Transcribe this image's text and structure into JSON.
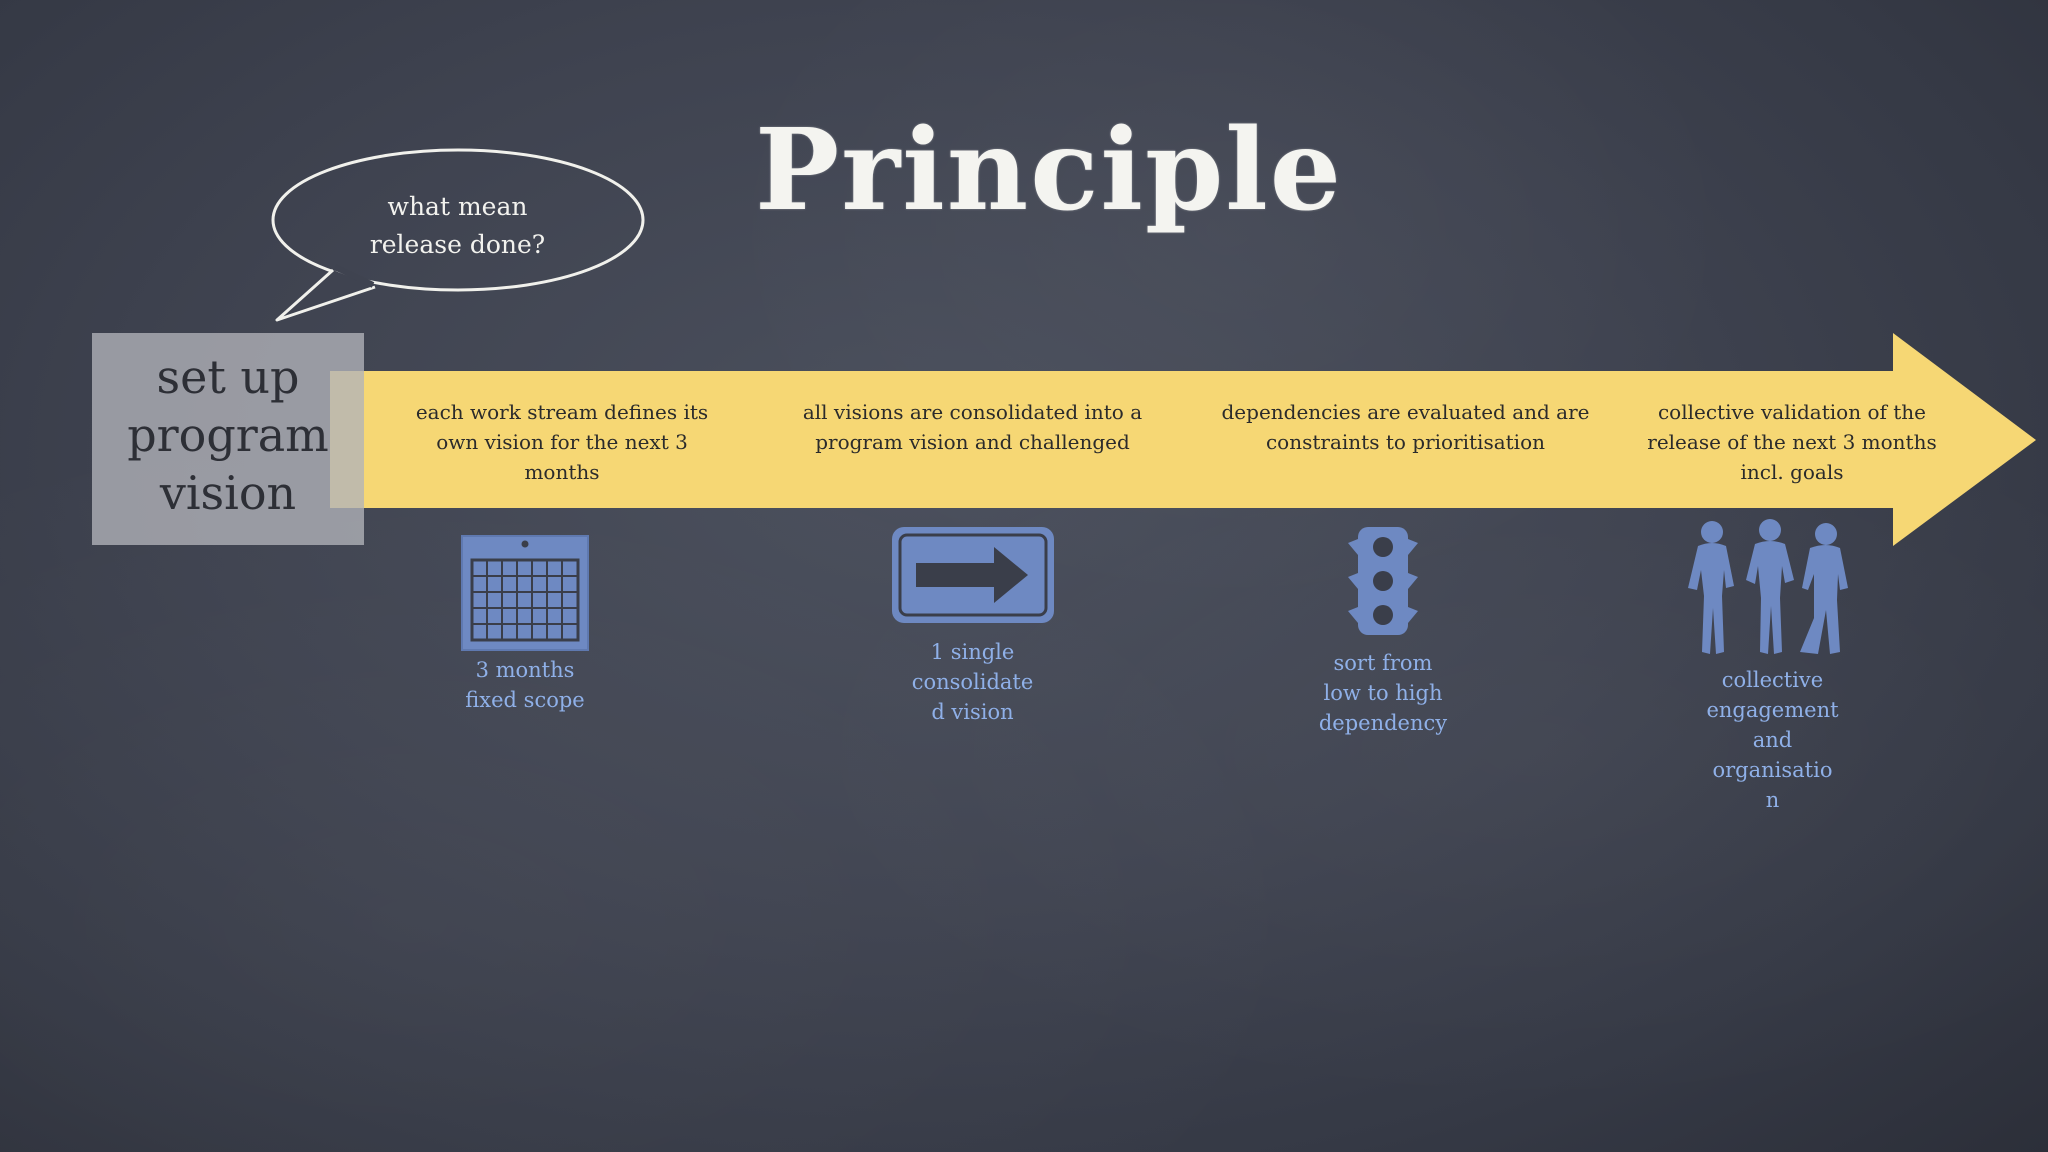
{
  "title": "Principle",
  "bubble": {
    "lines": [
      "what mean",
      "release done?"
    ]
  },
  "start_box": {
    "lines": [
      "set up",
      "program",
      "vision"
    ]
  },
  "steps": [
    {
      "lines": [
        "each work stream defines its",
        "own vision for the next 3",
        "months"
      ],
      "icon": "calendar-icon",
      "caption": [
        "3 months",
        "fixed scope"
      ]
    },
    {
      "lines": [
        "all visions are consolidated into a",
        "program vision and challenged"
      ],
      "icon": "right-arrow-sign-icon",
      "caption": [
        "1 single",
        "consolidate",
        "d vision"
      ]
    },
    {
      "lines": [
        "dependencies are evaluated and are",
        "constraints to prioritisation"
      ],
      "icon": "traffic-light-icon",
      "caption": [
        "sort from",
        "low to high",
        "dependency"
      ]
    },
    {
      "lines": [
        "collective validation of the",
        "release of the next 3 months",
        "incl. goals"
      ],
      "icon": "people-group-icon",
      "caption": [
        "collective",
        "engagement",
        "and",
        "organisatio",
        "n"
      ]
    }
  ],
  "colors": {
    "arrow": "#f6d774",
    "icon": "#6e89c2",
    "caption": "#8fb0e8",
    "chalk": "#f4f4f0"
  }
}
